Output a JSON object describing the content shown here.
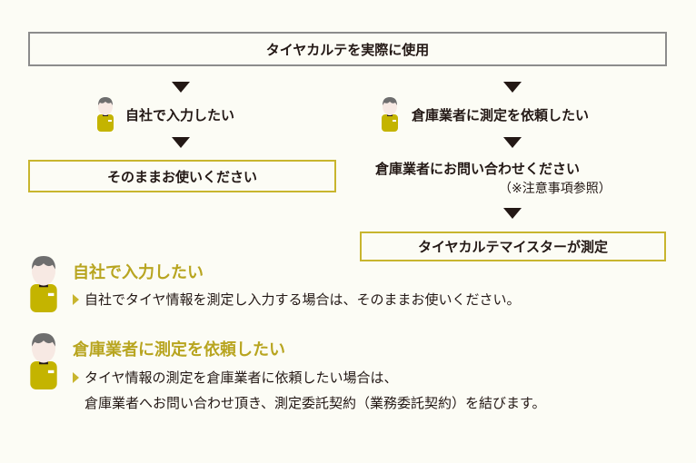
{
  "top_box": {
    "label": "タイヤカルテを実際に使用"
  },
  "flow_left": {
    "step_label": "自社で入力したい",
    "result_label": "そのままお使いください"
  },
  "flow_right": {
    "step_label": "倉庫業者に測定を依頼したい",
    "contact_label": "倉庫業者にお問い合わせください",
    "contact_note": "（※注意事項参照）",
    "result_label": "タイヤカルテマイスターが測定"
  },
  "sections": [
    {
      "title": "自社で入力したい",
      "lines": [
        "自社でタイヤ情報を測定し入力する場合は、そのままお使いください。"
      ]
    },
    {
      "title": "倉庫業者に測定を依頼したい",
      "lines": [
        "タイヤ情報の測定を倉庫業者に依頼したい場合は、",
        "倉庫業者へお問い合わせ頂き、測定委託契約（業務委託契約）を結びます。"
      ]
    }
  ],
  "icons": {
    "person": "person-icon",
    "arrow": "arrow-down-icon",
    "bullet": "triangle-right-icon"
  },
  "colors": {
    "background": "#fcfcf5",
    "accent": "#c8b52e",
    "accent_text": "#b8a520",
    "border_gray": "#8c8c8c",
    "text": "#231815",
    "shirt": "#c4b400"
  }
}
